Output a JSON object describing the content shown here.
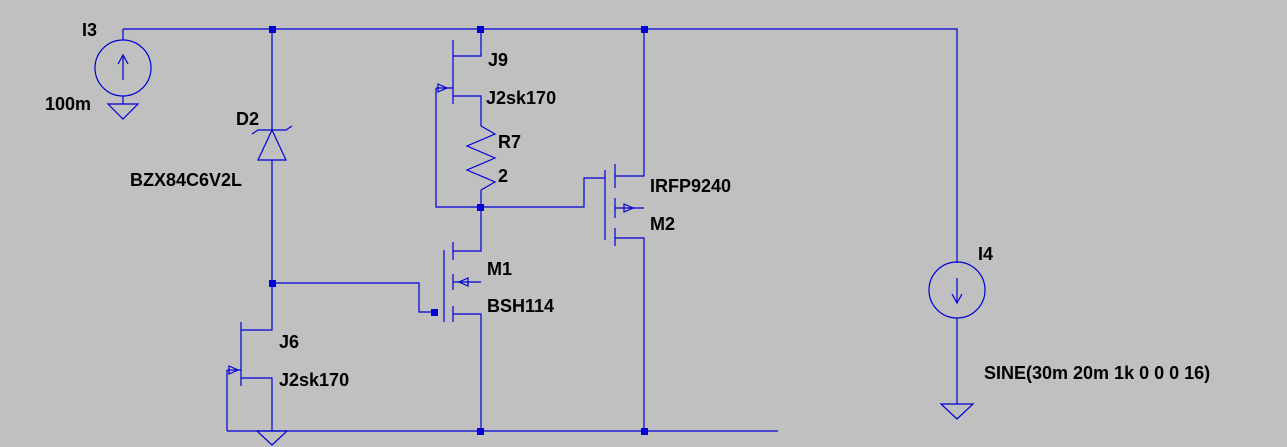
{
  "schematic": {
    "sources": {
      "i3": {
        "name": "I3",
        "value": "100m"
      },
      "i4": {
        "name": "I4",
        "value": "SINE(30m 20m 1k 0 0 0 16)"
      }
    },
    "diode_d2": {
      "name": "D2",
      "model": "BZX84C6V2L"
    },
    "jfet_j9": {
      "name": "J9",
      "model": "J2sk170"
    },
    "jfet_j6": {
      "name": "J6",
      "model": "J2sk170"
    },
    "resistor_r7": {
      "name": "R7",
      "value": "2"
    },
    "mosfet_m1": {
      "name": "M1",
      "model": "BSH114"
    },
    "mosfet_m2": {
      "name": "IRFP9240",
      "model": "M2"
    },
    "colors": {
      "background": "#c0c0c0",
      "wire": "#0000d8",
      "text": "#000000"
    }
  }
}
